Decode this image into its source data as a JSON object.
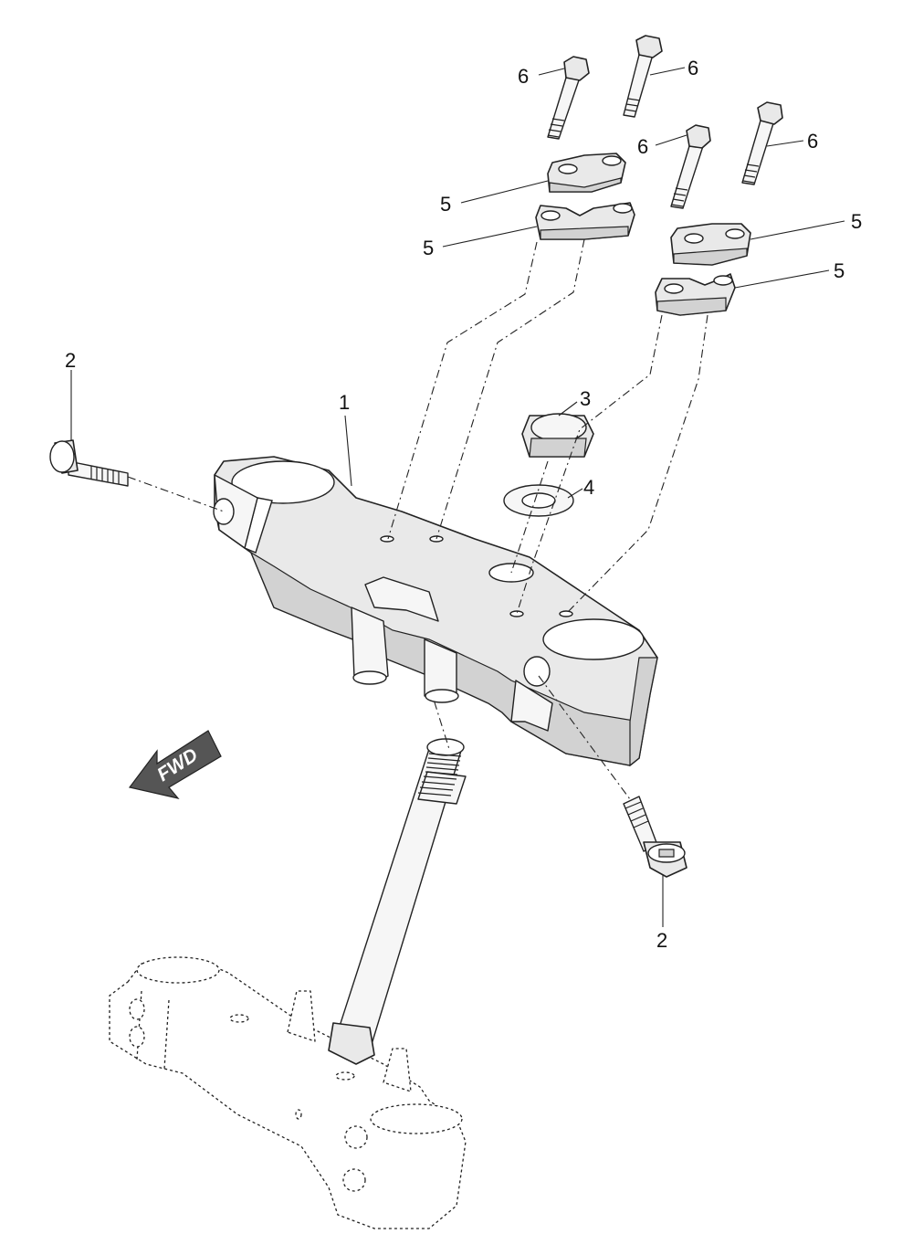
{
  "callouts": {
    "c1": "1",
    "c2_left": "2",
    "c2_right": "2",
    "c3": "3",
    "c4": "4",
    "c5_a": "5",
    "c5_b": "5",
    "c5_c": "5",
    "c5_d": "5",
    "c6_a": "6",
    "c6_b": "6",
    "c6_c": "6",
    "c6_d": "6"
  },
  "fwd_label": "FWD"
}
